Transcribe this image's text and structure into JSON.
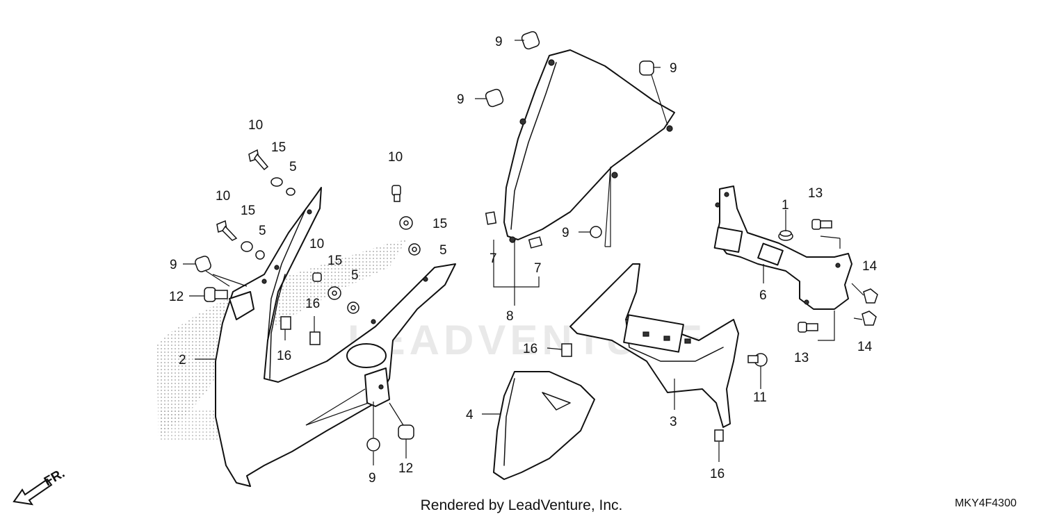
{
  "watermark_text": "LEADVENTURE",
  "footer_text": "Rendered by LeadVenture, Inc.",
  "diagram_code": "MKY4F4300",
  "front_indicator": "FR.",
  "callouts": {
    "c1": "1",
    "c2": "2",
    "c3": "3",
    "c4": "4",
    "c5a": "5",
    "c5b": "5",
    "c5c": "5",
    "c5d": "5",
    "c6": "6",
    "c7a": "7",
    "c7b": "7",
    "c8": "8",
    "c9a": "9",
    "c9b": "9",
    "c9c": "9",
    "c9d": "9",
    "c9e": "9",
    "c9f": "9",
    "c10a": "10",
    "c10b": "10",
    "c10c": "10",
    "c10d": "10",
    "c11": "11",
    "c12a": "12",
    "c12b": "12",
    "c13a": "13",
    "c13b": "13",
    "c14a": "14",
    "c14b": "14",
    "c15a": "15",
    "c15b": "15",
    "c15c": "15",
    "c15d": "15",
    "c16a": "16",
    "c16b": "16",
    "c16c": "16",
    "c16d": "16"
  }
}
